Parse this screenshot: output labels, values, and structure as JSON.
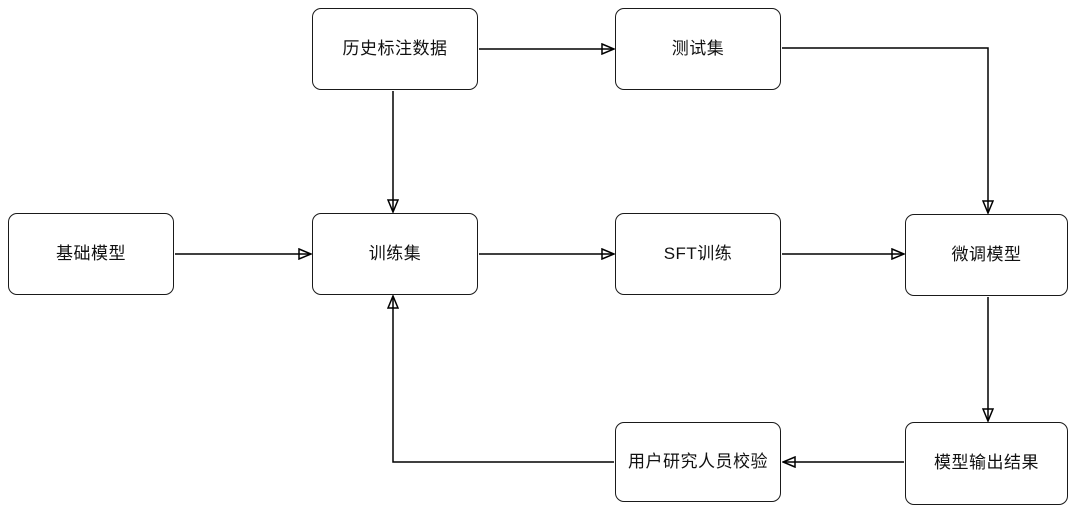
{
  "diagram": {
    "type": "flowchart",
    "nodes": [
      {
        "id": "historical-annotation-data",
        "label": "历史标注数据"
      },
      {
        "id": "test-set",
        "label": "测试集"
      },
      {
        "id": "base-model",
        "label": "基础模型"
      },
      {
        "id": "training-set",
        "label": "训练集"
      },
      {
        "id": "sft-training",
        "label": "SFT训练"
      },
      {
        "id": "finetuned-model",
        "label": "微调模型"
      },
      {
        "id": "user-researcher-verification",
        "label": "用户研究人员校验"
      },
      {
        "id": "model-output-results",
        "label": "模型输出结果"
      }
    ],
    "edges": [
      {
        "from": "历史标注数据",
        "to": "测试集"
      },
      {
        "from": "历史标注数据",
        "to": "训练集"
      },
      {
        "from": "测试集",
        "to": "微调模型"
      },
      {
        "from": "基础模型",
        "to": "训练集"
      },
      {
        "from": "训练集",
        "to": "SFT训练"
      },
      {
        "from": "SFT训练",
        "to": "微调模型"
      },
      {
        "from": "微调模型",
        "to": "模型输出结果"
      },
      {
        "from": "模型输出结果",
        "to": "用户研究人员校验"
      },
      {
        "from": "用户研究人员校验",
        "to": "训练集"
      }
    ],
    "colors": {
      "background": "#ffffff",
      "node_fill": "#ffffff",
      "node_border": "#1a1a1a",
      "edge": "#000000",
      "text": "#111111"
    }
  }
}
